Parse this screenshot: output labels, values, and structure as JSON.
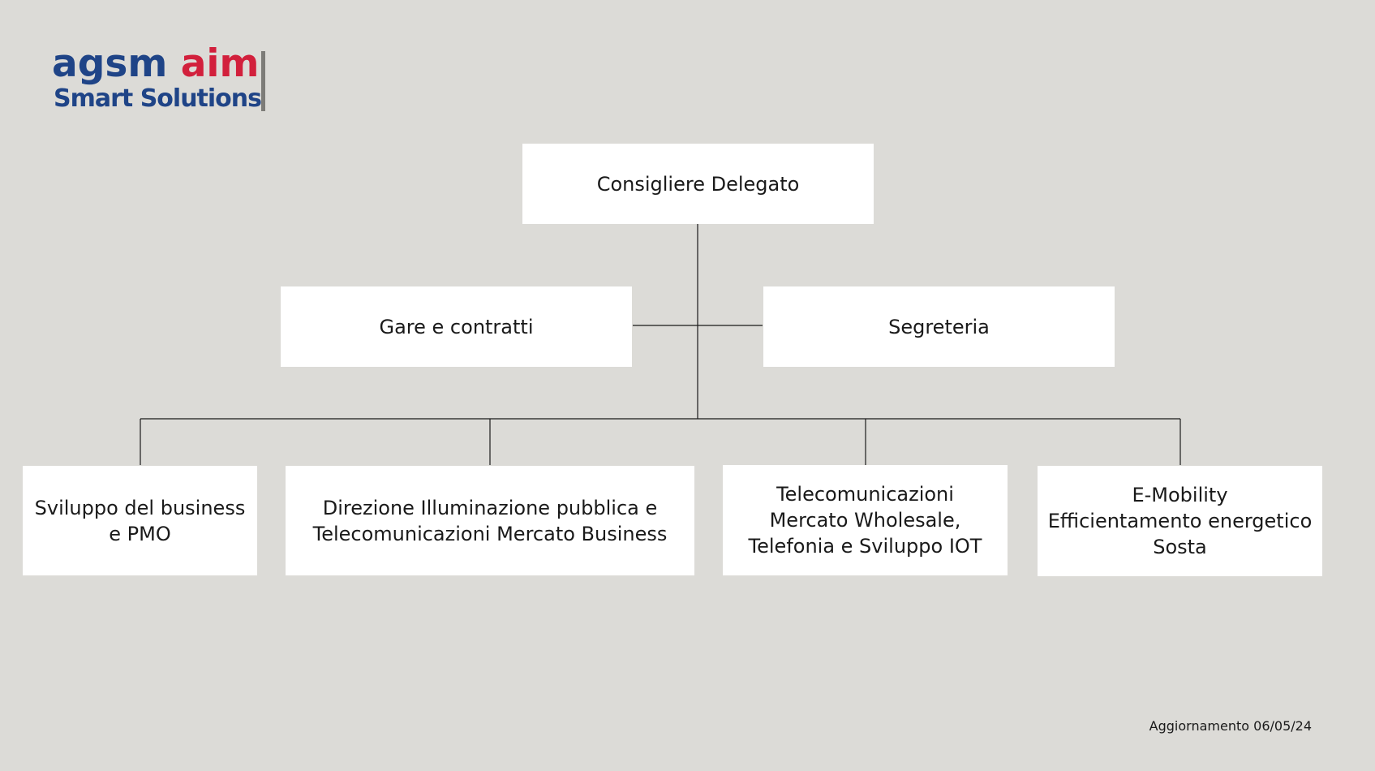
{
  "logo": {
    "brand_part1": "agsm",
    "brand_part2": "aim",
    "subtitle": "Smart Solutions"
  },
  "nodes": {
    "root": "Consigliere Delegato",
    "staff_left": "Gare e contratti",
    "staff_right": "Segreteria",
    "unit1": "Sviluppo del business\ne PMO",
    "unit2": "Direzione Illuminazione pubblica e\nTelecomunicazioni Mercato Business",
    "unit3": "Telecomunicazioni\nMercato Wholesale,\nTelefonia e Sviluppo IOT",
    "unit4": "E-Mobility\nEfficientamento energetico\nSosta"
  },
  "footer": {
    "label": "Aggiornamento",
    "date": "06/05/24"
  }
}
